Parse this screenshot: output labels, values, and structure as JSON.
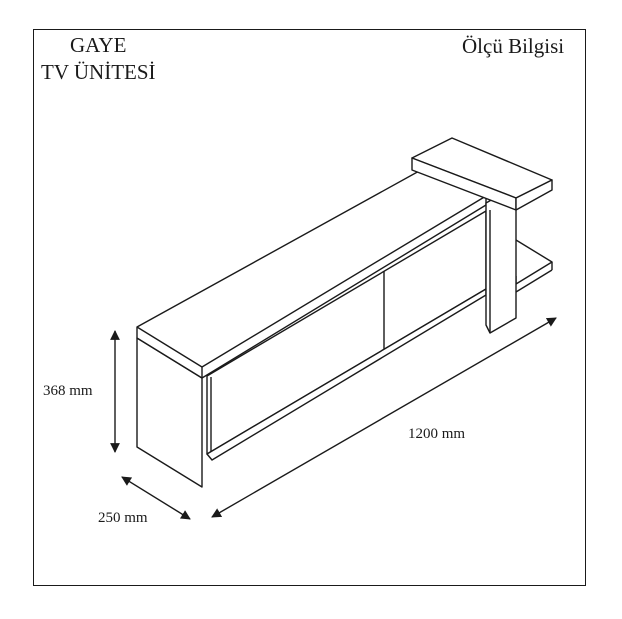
{
  "header": {
    "product_name": "GAYE",
    "product_type": "TV ÜNİTESİ",
    "sheet_title": "Ölçü Bilgisi"
  },
  "dimensions": {
    "height": "368 mm",
    "depth": "250 mm",
    "width": "1200 mm"
  }
}
